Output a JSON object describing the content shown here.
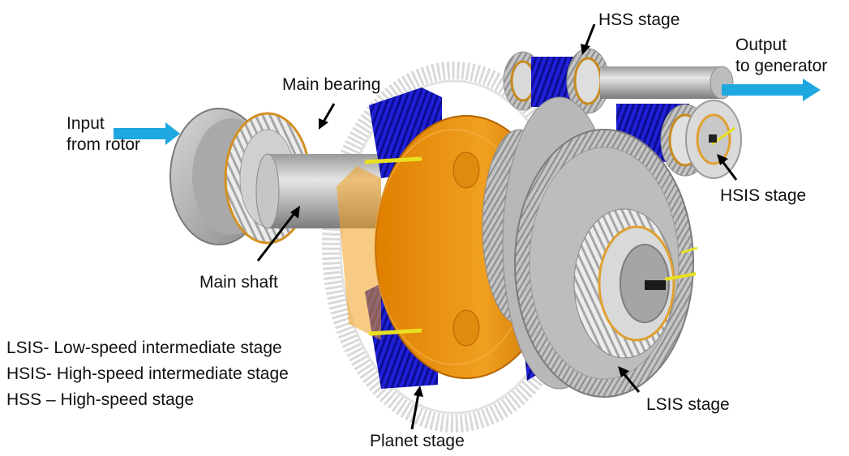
{
  "labels": {
    "input": "Input\nfrom rotor",
    "main_bearing": "Main bearing",
    "main_shaft": "Main shaft",
    "planet_stage": "Planet stage",
    "lsis_stage": "LSIS  stage",
    "hsis_stage": "HSIS  stage",
    "hss_stage": "HSS stage",
    "output": "Output\nto generator"
  },
  "legend": [
    "LSIS- Low-speed intermediate stage",
    "HSIS- High-speed intermediate stage",
    "HSS – High-speed stage"
  ],
  "colors": {
    "arrow_flow": "#1ea8e0",
    "gear_blue": "#1a1acc",
    "carrier_orange": "#e8900c",
    "steel_gray": "#b4b4b4",
    "bearing_gold": "#e0a030",
    "shaft_yellow": "#e8e020"
  }
}
